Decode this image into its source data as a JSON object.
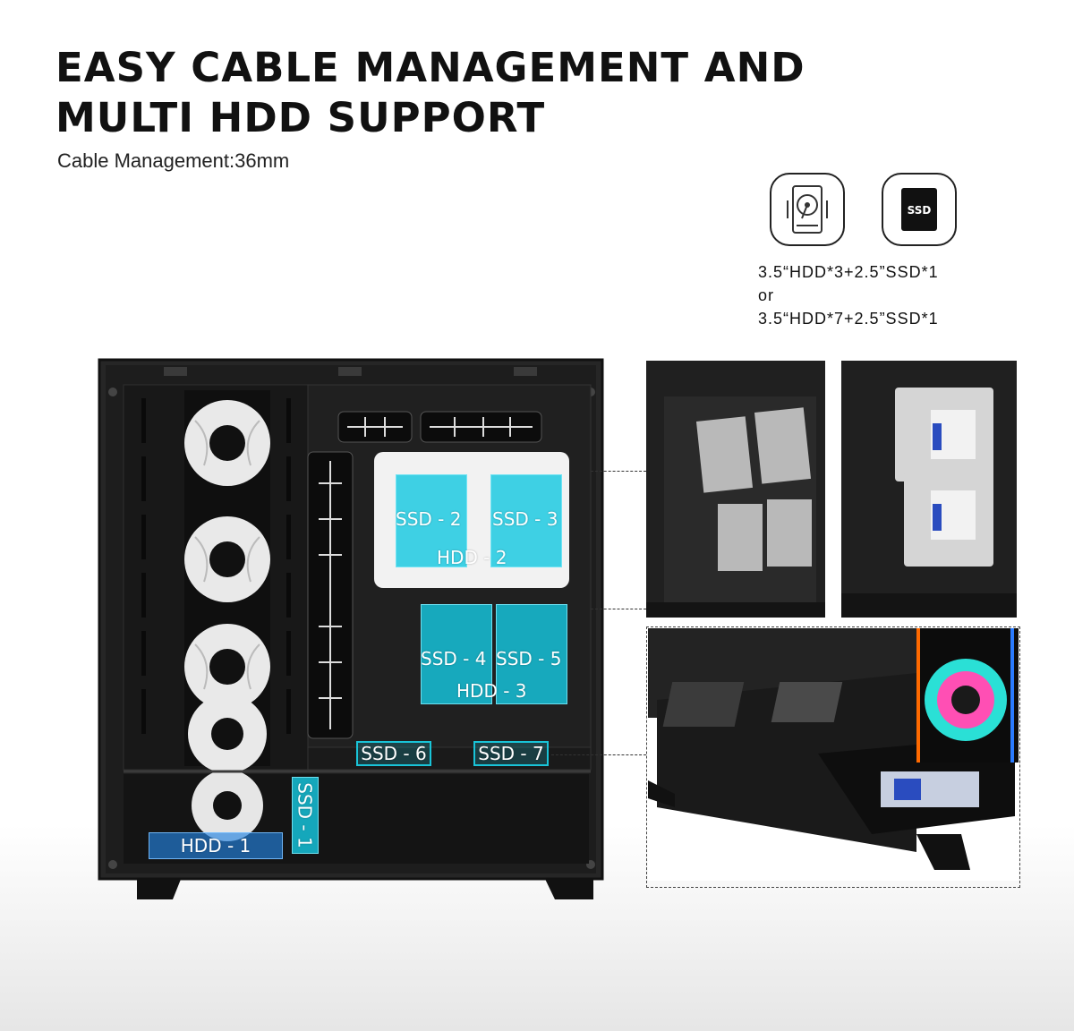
{
  "heading": {
    "line1": "EASY CABLE MANAGEMENT AND",
    "line2": "MULTI HDD SUPPORT",
    "subtitle": "Cable Management:36mm"
  },
  "icons": [
    {
      "name": "hdd-icon"
    },
    {
      "name": "ssd-icon",
      "label": "SSD"
    }
  ],
  "support": {
    "line1": "3.5“HDD*3+2.5”SSD*1",
    "line2": "or",
    "line3": "3.5“HDD*7+2.5”SSD*1"
  },
  "mounts": {
    "ssd2": "SSD - 2",
    "ssd3": "SSD - 3",
    "hdd2": "HDD - 2",
    "ssd4": "SSD - 4",
    "ssd5": "SSD - 5",
    "hdd3": "HDD - 3",
    "ssd6": "SSD - 6",
    "ssd7": "SSD - 7",
    "ssd1": "SSD - 1",
    "hdd1": "HDD - 1"
  },
  "colors": {
    "accent": "#19c4d8",
    "hdd_blue": "#2482e1",
    "case_black": "#1a1a1a"
  }
}
